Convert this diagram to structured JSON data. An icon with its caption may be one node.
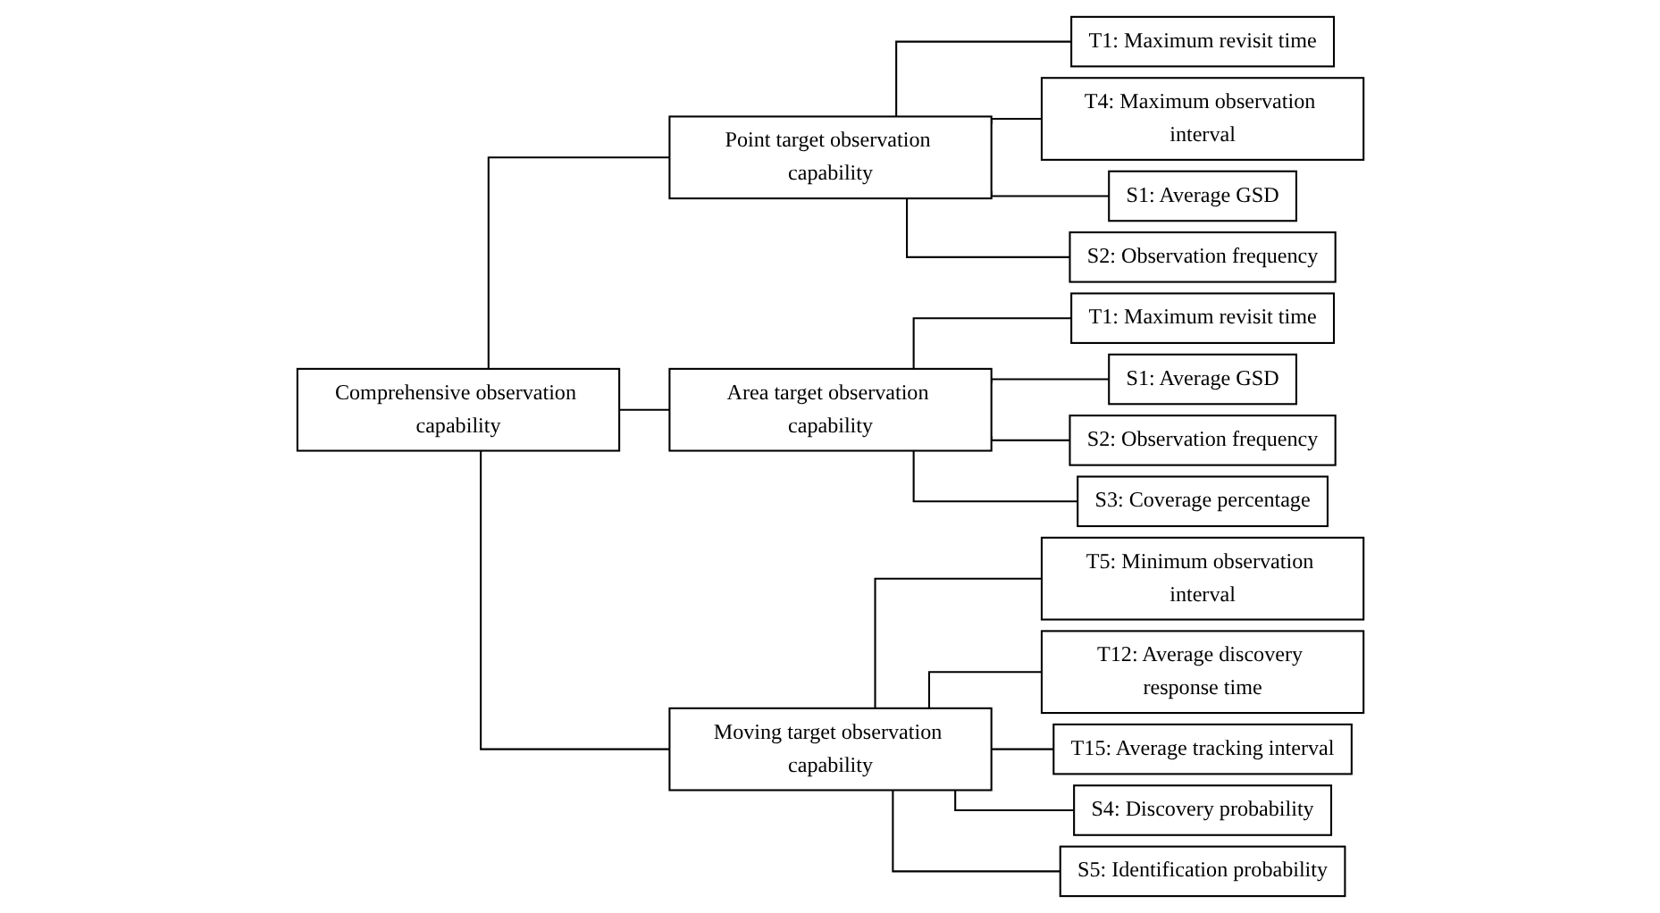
{
  "diagram": {
    "nodes": [
      {
        "text": [
          "Comprehensive observation capability"
        ]
      },
      {
        "text": [
          "Point target observation capability"
        ]
      },
      {
        "text": [
          "T1: Maximum revisit time"
        ]
      },
      {
        "text": [
          "T4: Maximum observation interval"
        ]
      },
      {
        "text": [
          "S1: Average GSD"
        ]
      },
      {
        "text": [
          "S2: Observation frequency"
        ]
      },
      {
        "text": [
          "Area target observation capability"
        ]
      },
      {
        "text": [
          "T1: Maximum revisit time"
        ]
      },
      {
        "text": [
          "S1: Average GSD"
        ]
      },
      {
        "text": [
          "S2: Observation frequency"
        ]
      },
      {
        "text": [
          "S3: Coverage percentage"
        ]
      },
      {
        "text": [
          "Moving target observation capability"
        ]
      },
      {
        "text": [
          "T5: Minimum observation interval"
        ]
      },
      {
        "text": [
          "T12: Average discovery response time"
        ]
      },
      {
        "text": [
          "T15: Average tracking interval"
        ]
      },
      {
        "text": [
          "S4: Discovery probability"
        ]
      },
      {
        "text": [
          "S5: Identification probability"
        ]
      }
    ],
    "edges": [
      {
        "from": 0,
        "to": 1,
        "arrow": "none"
      },
      {
        "from": 0,
        "to": 6,
        "arrow": "none"
      },
      {
        "from": 0,
        "to": 11,
        "arrow": "none"
      },
      {
        "from": 1,
        "to": 2,
        "arrow": "none"
      },
      {
        "from": 1,
        "to": 3,
        "arrow": "none"
      },
      {
        "from": 1,
        "to": 4,
        "arrow": "none"
      },
      {
        "from": 1,
        "to": 5,
        "arrow": "none"
      },
      {
        "from": 6,
        "to": 7,
        "arrow": "none"
      },
      {
        "from": 6,
        "to": 8,
        "arrow": "none"
      },
      {
        "from": 6,
        "to": 9,
        "arrow": "none"
      },
      {
        "from": 6,
        "to": 10,
        "arrow": "none"
      },
      {
        "from": 11,
        "to": 12,
        "arrow": "none"
      },
      {
        "from": 11,
        "to": 13,
        "arrow": "none"
      },
      {
        "from": 11,
        "to": 14,
        "arrow": "none"
      },
      {
        "from": 11,
        "to": 15,
        "arrow": "none"
      },
      {
        "from": 11,
        "to": 16,
        "arrow": "none"
      }
    ]
  }
}
